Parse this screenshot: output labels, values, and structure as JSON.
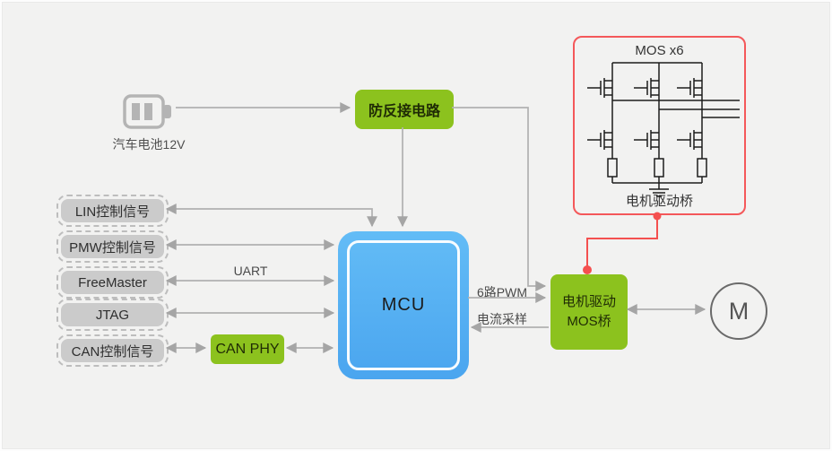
{
  "diagram": {
    "battery": {
      "label": "汽车电池12V"
    },
    "anti_reverse_box": {
      "label": "防反接电路"
    },
    "left_nodes": [
      {
        "label": "LIN控制信号"
      },
      {
        "label": "PMW控制信号"
      },
      {
        "label": "FreeMaster"
      },
      {
        "label": "JTAG"
      },
      {
        "label": "CAN控制信号"
      }
    ],
    "can_phy_box": {
      "label": "CAN PHY"
    },
    "mcu_box": {
      "label": "MCU"
    },
    "wire_labels": {
      "uart": "UART",
      "pwm": "6路PWM",
      "current": "电流采样"
    },
    "mos_bridge_box": {
      "line1": "电机驱动",
      "line2": "MOS桥"
    },
    "motor": {
      "label": "M"
    },
    "mos_module": {
      "title": "MOS x6",
      "caption": "电机驱动桥"
    },
    "colors": {
      "green": "#8cc21e",
      "mcu_blue_top": "#63bcf6",
      "mcu_blue_bottom": "#4aa5ef",
      "red": "#f4585a",
      "gray_line": "#b1b1b1",
      "node_gray": "#cbcbcb"
    }
  }
}
